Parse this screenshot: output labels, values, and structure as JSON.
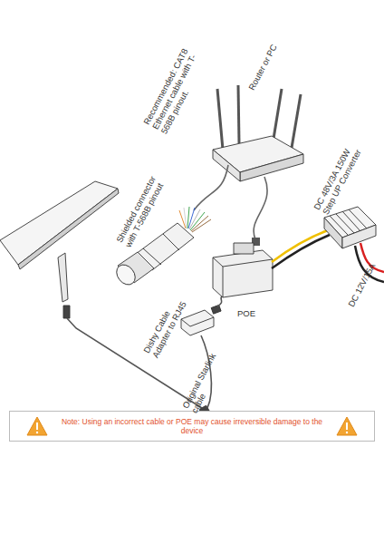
{
  "diagram": {
    "nodes": [
      {
        "text": [
          "Note: Using an incorrect cable or POE may cause irreversible damage to the device"
        ]
      }
    ],
    "labels": [
      "Recommended: CAT8 Ethernet cable with T-568B pinout.",
      "Router or PC",
      "DC 48V/3A 150W Step UP Converter",
      "Shielded connector with T-568B pinout",
      "POE",
      "DC 12V/15A",
      "Dishy Cable Adapter to RJ45",
      "Original Starlink cable"
    ]
  }
}
